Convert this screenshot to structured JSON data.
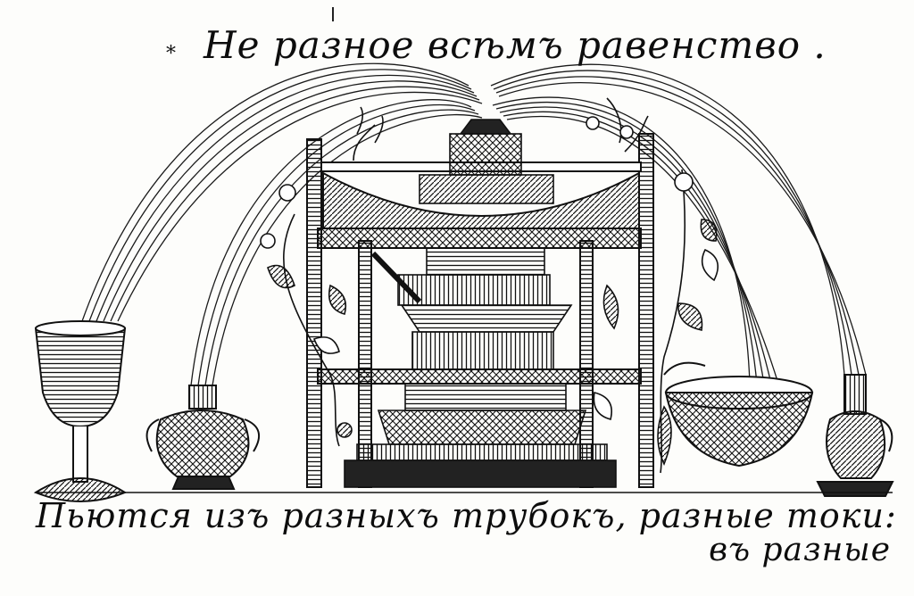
{
  "engraving": {
    "title_marker": "*",
    "title": "Не разное всѣмъ равенство .",
    "caption_line1": "Пьются изъ разныхъ трубокъ, разные токи:",
    "caption_line2": "въ разные"
  },
  "colors": {
    "ink": "#111111",
    "paper": "#fdfdfb"
  }
}
